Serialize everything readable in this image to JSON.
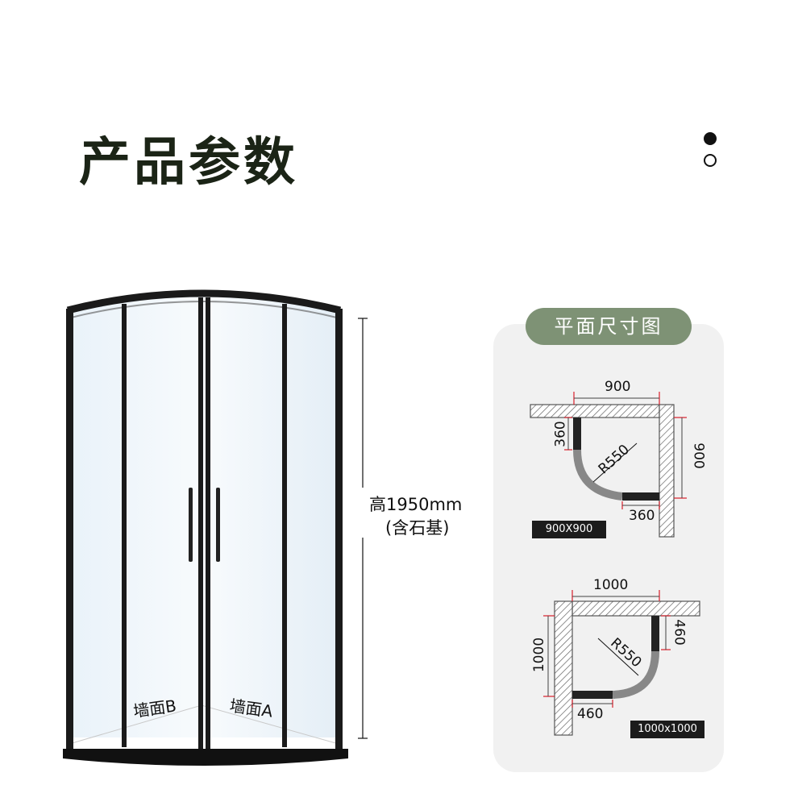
{
  "page": {
    "title": "产品参数"
  },
  "pager": {
    "active_index": 0,
    "count": 2
  },
  "product": {
    "height_label": "高1950mm",
    "height_note": "(含石基)",
    "wall_b": "墙面B",
    "wall_a": "墙面A"
  },
  "plan": {
    "badge": "平面尺寸图",
    "plan_900": {
      "width": "900",
      "depth": "900",
      "radius": "R550",
      "side_a": "360",
      "side_b": "360",
      "size_tag": "900X900"
    },
    "plan_1000": {
      "width": "1000",
      "depth": "1000",
      "radius": "R550",
      "side_a": "460",
      "side_b": "460",
      "size_tag": "1000x1000"
    }
  },
  "colors": {
    "badge": "#7e9275",
    "frame": "#1a1a1a",
    "dimension": "#d81e2a",
    "wall": "#8a8a8a"
  }
}
